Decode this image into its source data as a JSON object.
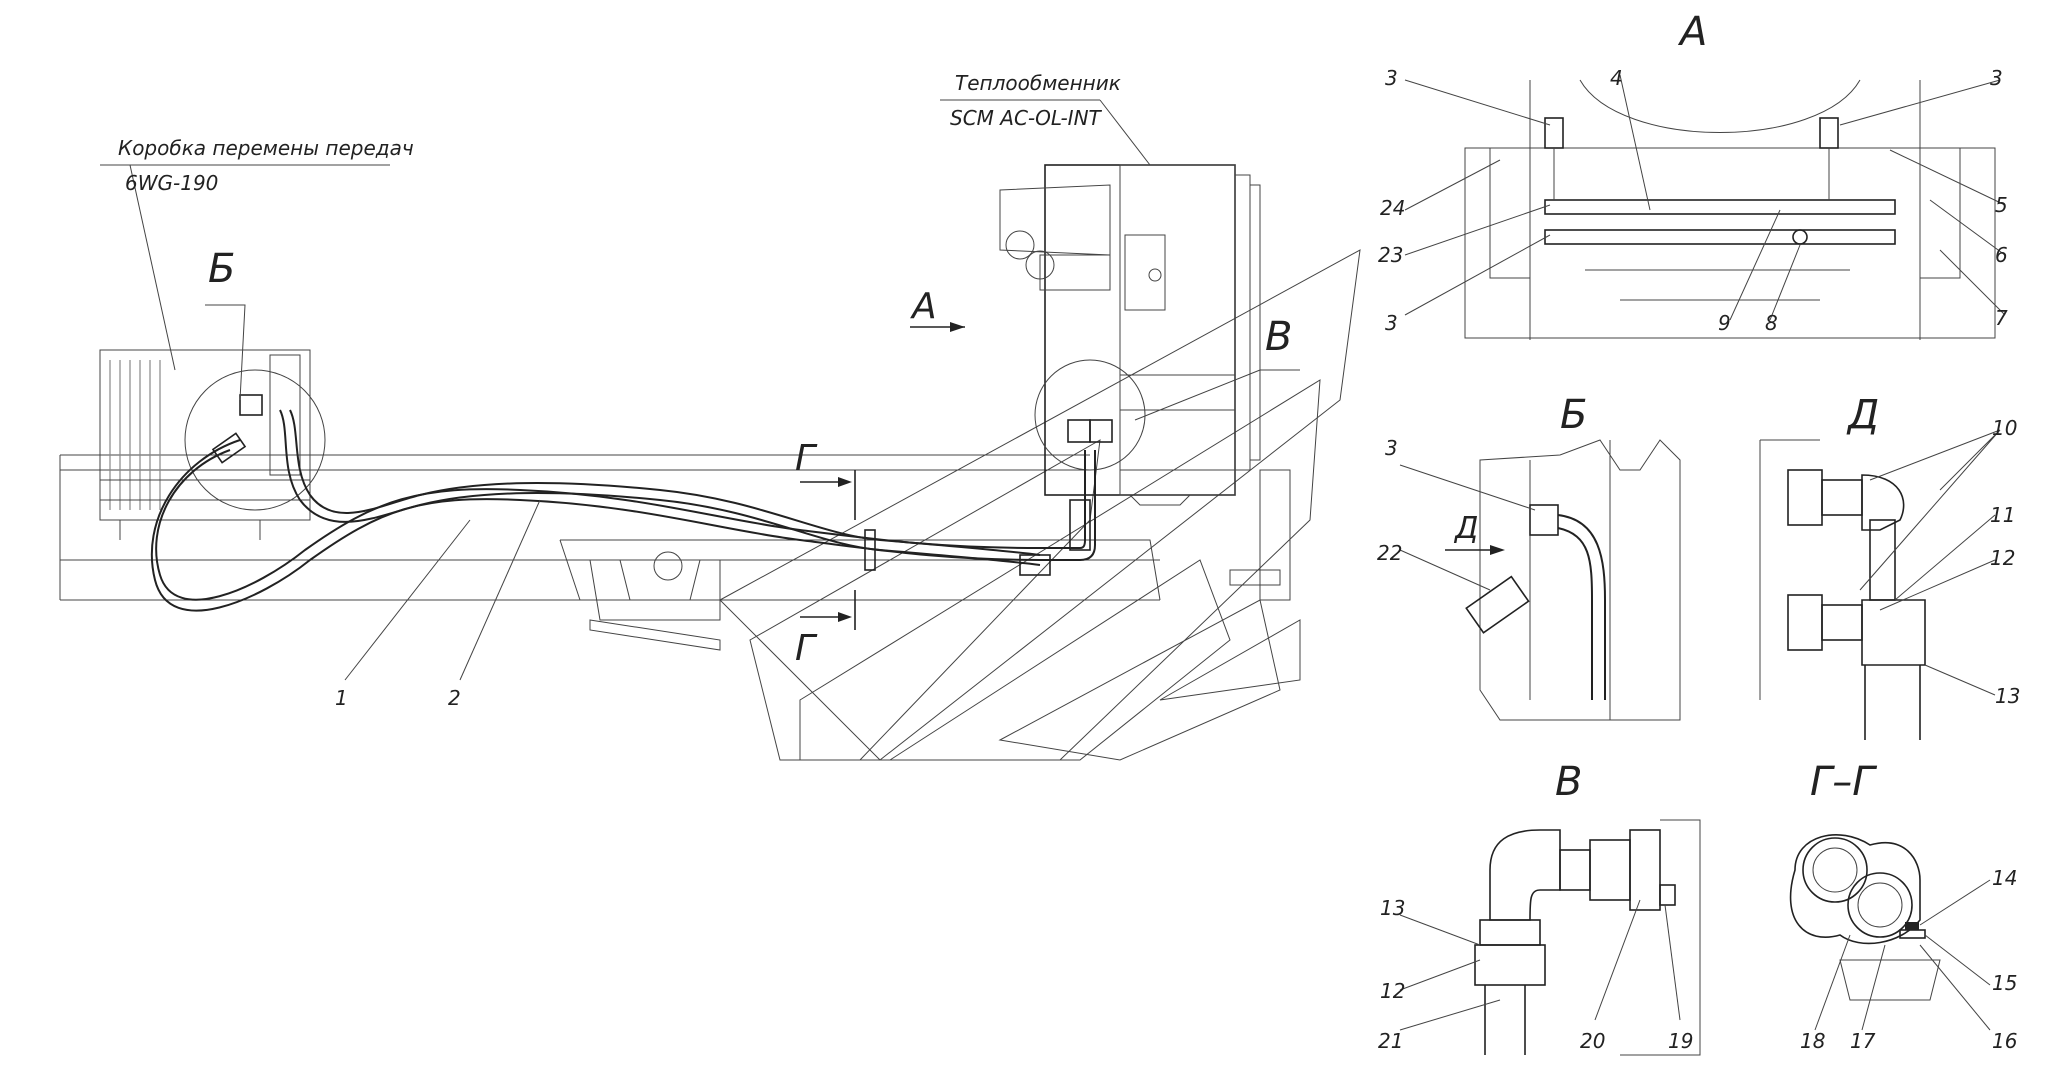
{
  "labels": {
    "gearbox_name": "Коробка перемены передач",
    "gearbox_model": "6WG-190",
    "heat_exchanger_name": "Теплообменник",
    "heat_exchanger_model": "SCM AC-OL-INT",
    "view_A_arrow": "А",
    "callout_B": "Б",
    "callout_V": "В",
    "section_G_top": "Г",
    "section_G_bottom": "Г",
    "hose_1": "1",
    "hose_2": "2"
  },
  "view_A": {
    "title": "А",
    "callouts": [
      "3",
      "4",
      "3",
      "24",
      "23",
      "3",
      "9",
      "8",
      "5",
      "6",
      "7"
    ]
  },
  "view_B": {
    "title": "Б",
    "callouts": [
      "3",
      "22"
    ],
    "arrow_D": "Д"
  },
  "view_D": {
    "title": "Д",
    "callouts": [
      "10",
      "11",
      "12",
      "13"
    ]
  },
  "view_V": {
    "title": "В",
    "callouts": [
      "13",
      "12",
      "21",
      "20",
      "19"
    ]
  },
  "section_GG": {
    "title": "Г–Г",
    "callouts": [
      "14",
      "15",
      "16",
      "18",
      "17"
    ]
  }
}
